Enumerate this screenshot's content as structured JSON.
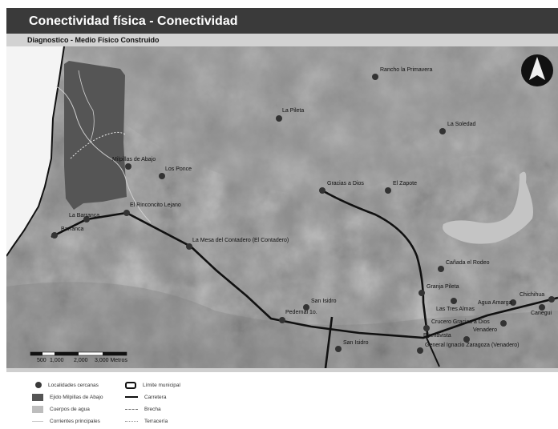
{
  "header": {
    "title": "Conectividad física - Conectividad",
    "subtitle": "Diagnostico - Medio Físico Construido"
  },
  "map": {
    "localities": [
      {
        "name": "Rancho la Primavera"
      },
      {
        "name": "La Pileta"
      },
      {
        "name": "La Soledad"
      },
      {
        "name": "Milpillas de Abajo"
      },
      {
        "name": "Los Ponce"
      },
      {
        "name": "Gracias a Dios"
      },
      {
        "name": "El Zapote"
      },
      {
        "name": "El Rinconcito Lejano"
      },
      {
        "name": "La Barranca"
      },
      {
        "name": "Barranca"
      },
      {
        "name": "La Mesa del Contadero (El Contadero)"
      },
      {
        "name": "Cañada el Rodeo"
      },
      {
        "name": "Granja Pileta"
      },
      {
        "name": "Las Tres Almas"
      },
      {
        "name": "Agua Amarga"
      },
      {
        "name": "Chichihua"
      },
      {
        "name": "Canegui"
      },
      {
        "name": "Pedernal 1o."
      },
      {
        "name": "San Isidro"
      },
      {
        "name": "San Isidro"
      },
      {
        "name": "Crucero Gracias a Dios"
      },
      {
        "name": "Buenavista"
      },
      {
        "name": "General Ignacio Zaragoza (Venadero)"
      },
      {
        "name": "Venadero"
      }
    ],
    "scale_labels": [
      "500",
      "1,000",
      "2,000",
      "3,000 Metros"
    ],
    "north_arrow_icon": "north-arrow-icon"
  },
  "legend": {
    "localidades": "Localidades cercanas",
    "ejido": "Ejido Milpillas de Abajo",
    "cuerpos": "Cuerpos de agua",
    "corrientes": "Corrientes principales",
    "limite": "Límite municipal",
    "carretera": "Carretera",
    "brecha": "Brecha",
    "terraceria": "Terracería"
  },
  "colors": {
    "title_bg": "#3a3a3a",
    "subtitle_bg": "#d2d2d2",
    "ejido": "#555555",
    "water": "#c4c4c4",
    "road": "#111111"
  }
}
